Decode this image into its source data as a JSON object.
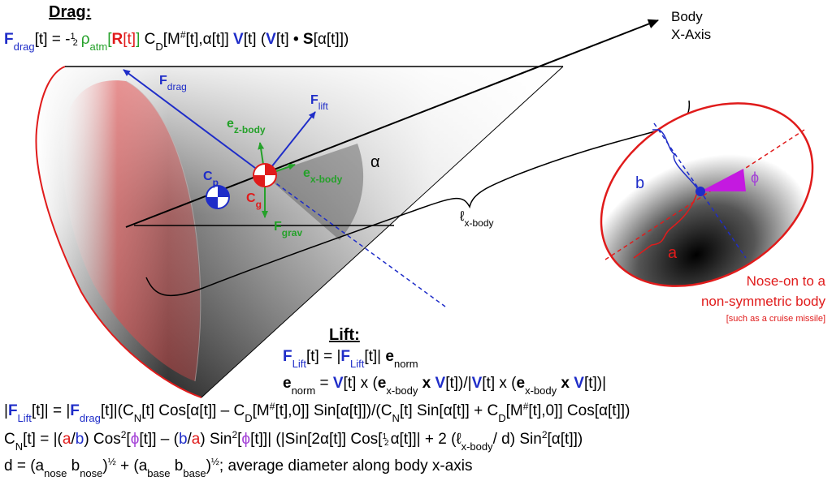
{
  "drag": {
    "heading": "Drag:",
    "eq": {
      "F": "F",
      "F_sub": "drag",
      "t1": "[t] = -",
      "half_num": "1",
      "half_den": "2",
      "rho": "ρ",
      "rho_sub": "atm",
      "lb": "[",
      "R": "R",
      "R_t": "[t]",
      "rb": "]",
      "CD": " C",
      "CD_sub": "D",
      "CD_args": "[M",
      "sharp": "#",
      "CD_args2": "[t],α[t]] ",
      "V1": "V",
      "V1_t": "[t] (",
      "V2": "V",
      "V2_t": "[t] ",
      "dot": "•",
      "S": " S",
      "S_t": "[α[t]])"
    }
  },
  "axis_label": {
    "line1": "Body",
    "line2": "X-Axis"
  },
  "vectors": {
    "F_drag": {
      "main": "F",
      "sub": "drag"
    },
    "F_lift": {
      "main": "F",
      "sub": "lift"
    },
    "e_z": {
      "main": "e",
      "sub": "z-body"
    },
    "e_x": {
      "main": "e",
      "sub": "x-body"
    },
    "F_grav": {
      "main": "F",
      "sub": "grav"
    }
  },
  "points": {
    "Cp": {
      "main": "C",
      "sub": "p"
    },
    "Cg": {
      "main": "C",
      "sub": "g"
    }
  },
  "alpha": "α",
  "length_label": {
    "main": "ℓ",
    "sub": "x-body"
  },
  "inset": {
    "b": "b",
    "a": "a",
    "phi": "ϕ",
    "caption1": "Nose-on to a",
    "caption2": "non-symmetric body",
    "caption3": "[such as a cruise missile]"
  },
  "lift": {
    "heading": "Lift:",
    "eq1": {
      "F": "F",
      "sub": "Lift",
      "mid": "[t]  = |",
      "F2": "F",
      "sub2": "Lift",
      "end": "[t]| ",
      "e": "e",
      "esub": "norm"
    },
    "eq2": {
      "e": "e",
      "esub": "norm",
      "eqs": " = ",
      "V": "V",
      "t1": "[t] x (",
      "e2": "e",
      "e2sub": "x-body",
      "x": " x ",
      "V2": "V",
      "t2": "[t])/|",
      "V3": "V",
      "t3": "[t] x (",
      "e3": "e",
      "e3sub": "x-body",
      "x2": " x ",
      "V4": "V",
      "t4": "[t])|"
    }
  },
  "eq_flift": {
    "p1": "|",
    "F": "F",
    "sub": "Lift",
    "p2": "[t]| = |",
    "F2": "F",
    "sub2": "drag",
    "p3": "[t]|(C",
    "n1": "N",
    "p4": "[t] Cos[α[t]] – C",
    "d1": "D",
    "p5": "[M",
    "sh1": "#",
    "p6": "[t],0]] Sin[α[t]])/(C",
    "n2": "N",
    "p7": "[t] Sin[α[t]] + C",
    "d2": "D",
    "p8": "[M",
    "sh2": "#",
    "p9": "[t],0]] Cos[α[t]])"
  },
  "eq_cn": {
    "p1": "C",
    "n": "N",
    "p2": "[t] = |(",
    "a1": "a",
    "sl": "/",
    "b1": "b",
    "p3": ") Cos",
    "sq1": "2",
    "p4": "[",
    "phi1": "ϕ",
    "p5": "[t]] – (",
    "b2": "b",
    "sl2": "/",
    "a2": "a",
    "p6": ") Sin",
    "sq2": "2",
    "p7": "[",
    "phi2": "ϕ",
    "p8": "[t]]| (|Sin[2α[t]] Cos[",
    "hn": "1",
    "hd": "2",
    "p9": "α[t]]| + 2 (",
    "ell": "ℓ",
    "xb": "x-body",
    "p10": "/ d) Sin",
    "sq3": "2",
    "p11": "[α[t]])"
  },
  "eq_d": {
    "p1": "d = (a",
    "s1": "nose",
    "p2": " b",
    "s2": "nose",
    "p3": ")",
    "e1": "½",
    "p4": " + (a",
    "s3": "base",
    "p5": " b",
    "s4": "base",
    "p6": ")",
    "e2": "½",
    "p7": ";  average diameter along body x-axis"
  },
  "colors": {
    "blue": "#1f2dc8",
    "red": "#e01b1b",
    "green": "#25a12a",
    "purple": "#a23fd6",
    "magenta": "#c419e0"
  }
}
